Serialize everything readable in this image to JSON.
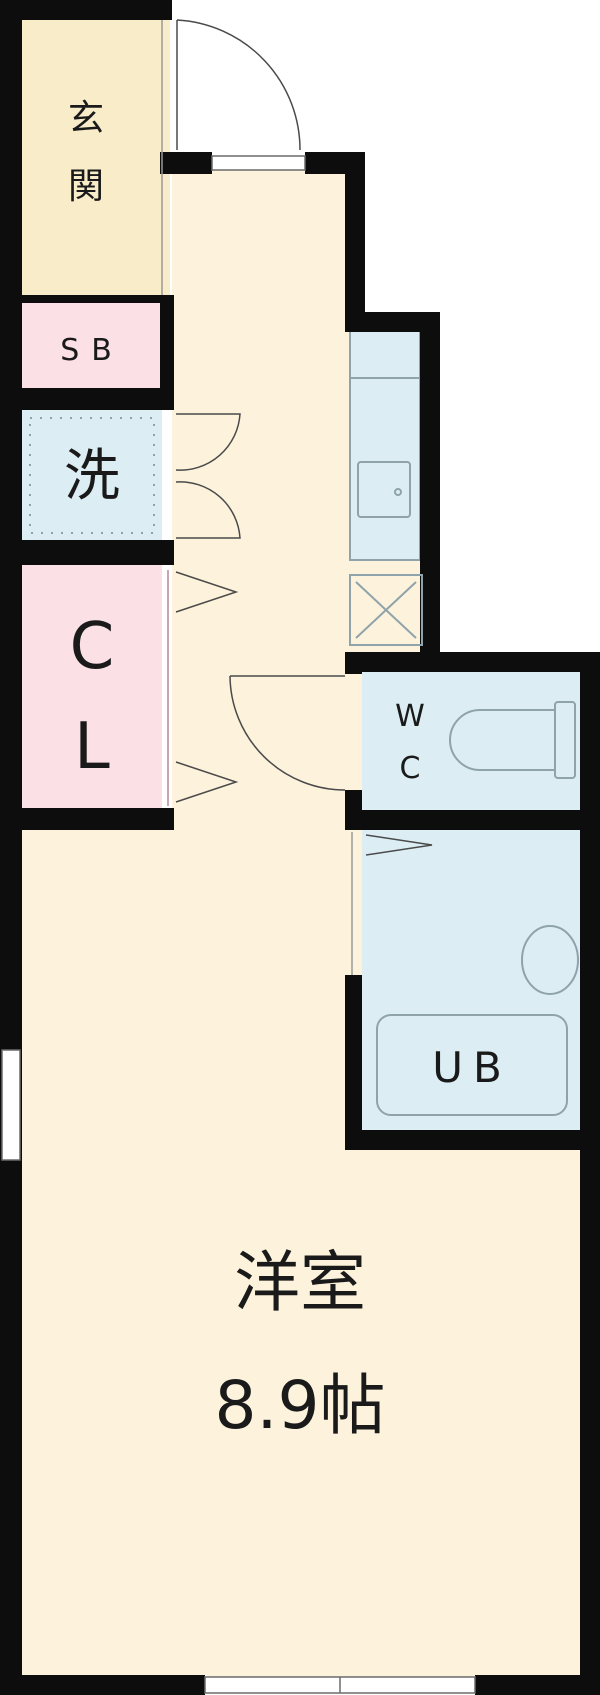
{
  "rooms": {
    "genkan": {
      "label": "玄関",
      "char_1": "玄",
      "char_2": "関"
    },
    "shoe_box": {
      "label": "SB"
    },
    "laundry": {
      "label": "洗"
    },
    "closet": {
      "label": "CL",
      "char_1": "C",
      "char_2": "L"
    },
    "toilet": {
      "label": "WC",
      "char_1": "W",
      "char_2": "C"
    },
    "bath": {
      "label": "UB"
    },
    "western_room": {
      "label": "洋室",
      "size": "8.9帖"
    }
  },
  "colors": {
    "wall": "#0d0d0d",
    "floor": "#fdf2dc",
    "entry": "#f8ecc9",
    "storage": "#fbe0e6",
    "wet_area": "#dceef4",
    "fixture_line": "#8fa3aa"
  }
}
